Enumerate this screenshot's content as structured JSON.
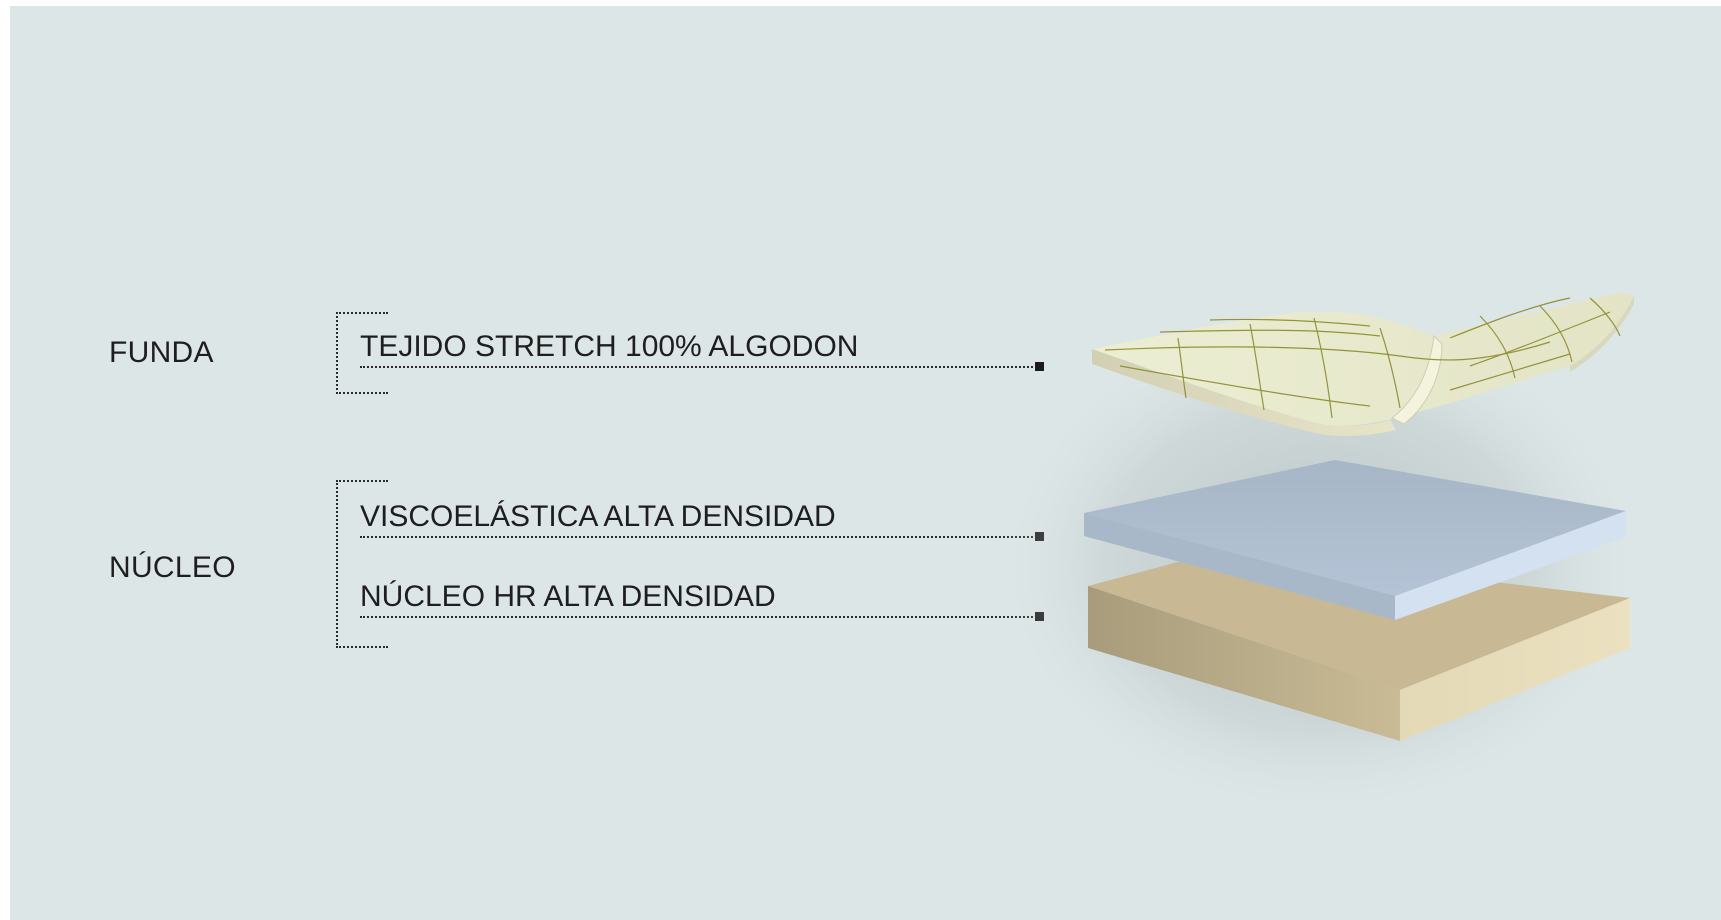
{
  "sections": [
    {
      "label": "FUNDA",
      "layers": [
        {
          "label": "TEJIDO STRETCH 100% ALGODON"
        }
      ]
    },
    {
      "label": "NÚCLEO",
      "layers": [
        {
          "label": "VISCOELÁSTICA ALTA DENSIDAD"
        },
        {
          "label": "NÚCLEO HR ALTA DENSIDAD"
        }
      ]
    }
  ],
  "colors": {
    "background": "#dde6e6",
    "cover": "#ecedd3",
    "cover_grid": "#8a8a2a",
    "memory_foam": "#bccde0",
    "hr_core": "#c9b996"
  }
}
